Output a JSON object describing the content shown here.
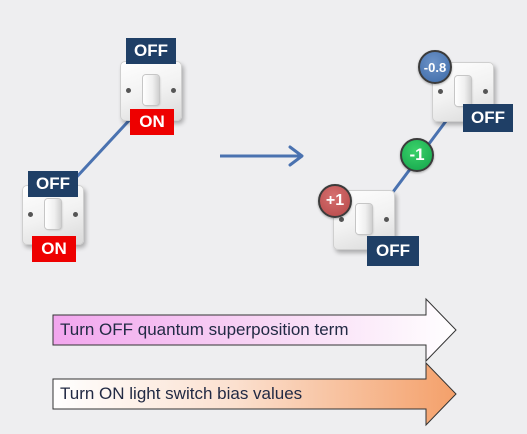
{
  "left_group": {
    "top_switch": {
      "top_label": "OFF",
      "bottom_label": "ON"
    },
    "bottom_switch": {
      "top_label": "OFF",
      "bottom_label": "ON"
    }
  },
  "right_group": {
    "top_switch": {
      "bias": "-0.8",
      "label": "OFF"
    },
    "coupling": "-1",
    "bottom_switch": {
      "bias": "+1",
      "label": "OFF"
    }
  },
  "steps": [
    {
      "text": "Turn OFF quantum superposition term"
    },
    {
      "text": "Turn ON light switch bias values"
    }
  ],
  "colors": {
    "off_label": "#1f3f66",
    "on_label": "#ee0000",
    "connector": "#4a72b0",
    "bias_negative": "#3c6aa8",
    "coupling": "#12a24a",
    "bias_positive": "#b54747"
  }
}
